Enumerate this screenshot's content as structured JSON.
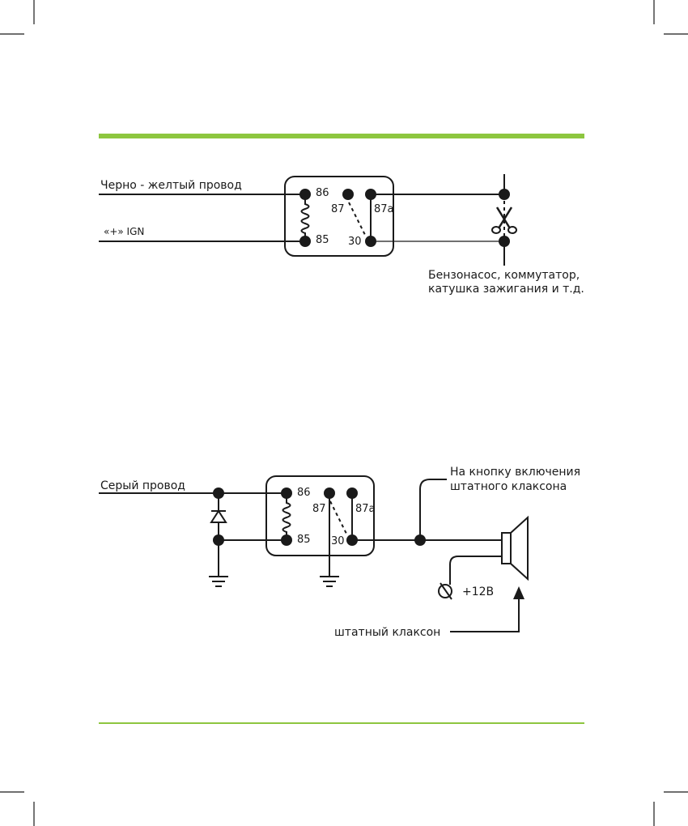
{
  "colors": {
    "accent": "#8dc63f",
    "ink": "#1a1a1a"
  },
  "diagram1": {
    "wire_top_label": "Черно - желтый провод",
    "wire_bottom_label": "«+» IGN",
    "relay": {
      "pin86": "86",
      "pin87": "87",
      "pin87a": "87a",
      "pin85": "85",
      "pin30": "30"
    },
    "load_label_line1": "Бензонасос, коммутатор,",
    "load_label_line2": "катушка зажигания и т.д.",
    "cut_icon": "scissors-icon"
  },
  "diagram2": {
    "wire_label": "Серый провод",
    "relay": {
      "pin86": "86",
      "pin87": "87",
      "pin87a": "87a",
      "pin85": "85",
      "pin30": "30"
    },
    "button_label_line1": "На кнопку включения",
    "button_label_line2": "штатного клаксона",
    "supply_label": "+12В",
    "horn_label": "штатный клаксон",
    "icons": [
      "diode-icon",
      "ground-icon",
      "speaker-icon",
      "fuse-icon"
    ]
  }
}
